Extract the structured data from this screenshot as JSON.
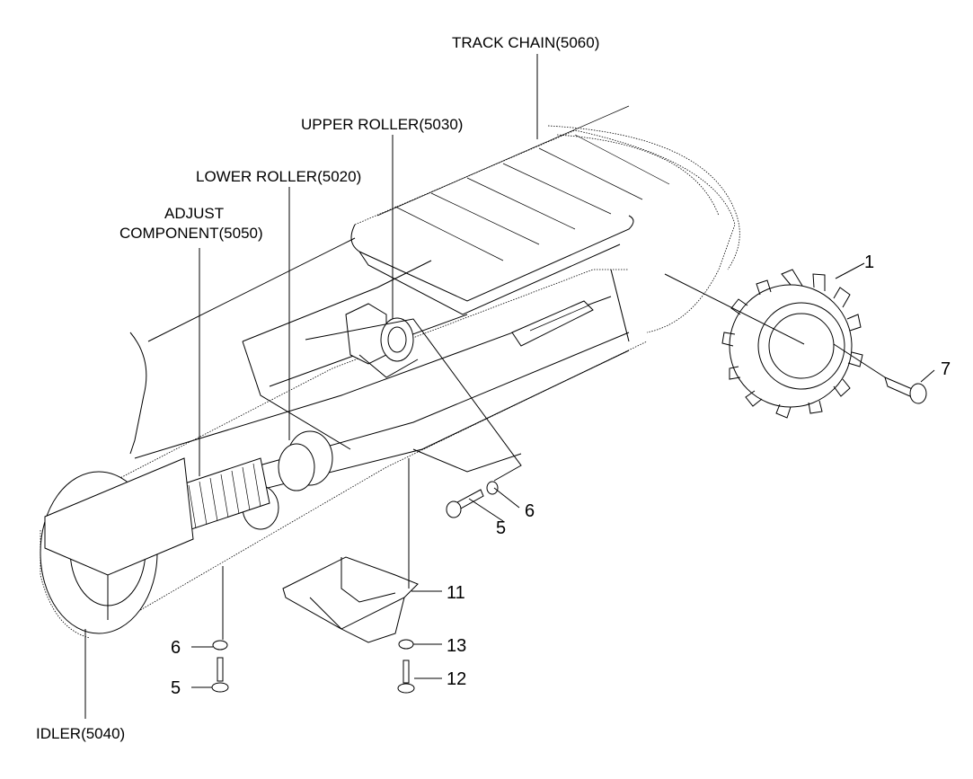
{
  "labels": {
    "track_chain": "TRACK CHAIN(5060)",
    "upper_roller": "UPPER ROLLER(5030)",
    "lower_roller": "LOWER ROLLER(5020)",
    "adjust_line1": "ADJUST",
    "adjust_line2": "COMPONENT(5050)",
    "idler": "IDLER(5040)"
  },
  "callouts": {
    "sprocket": "1",
    "bolt_sprocket": "7",
    "bolt_a": "5",
    "washer_a": "6",
    "guard": "11",
    "washer_b": "6",
    "bolt_b": "5",
    "washer_guard": "13",
    "bolt_guard": "12"
  }
}
